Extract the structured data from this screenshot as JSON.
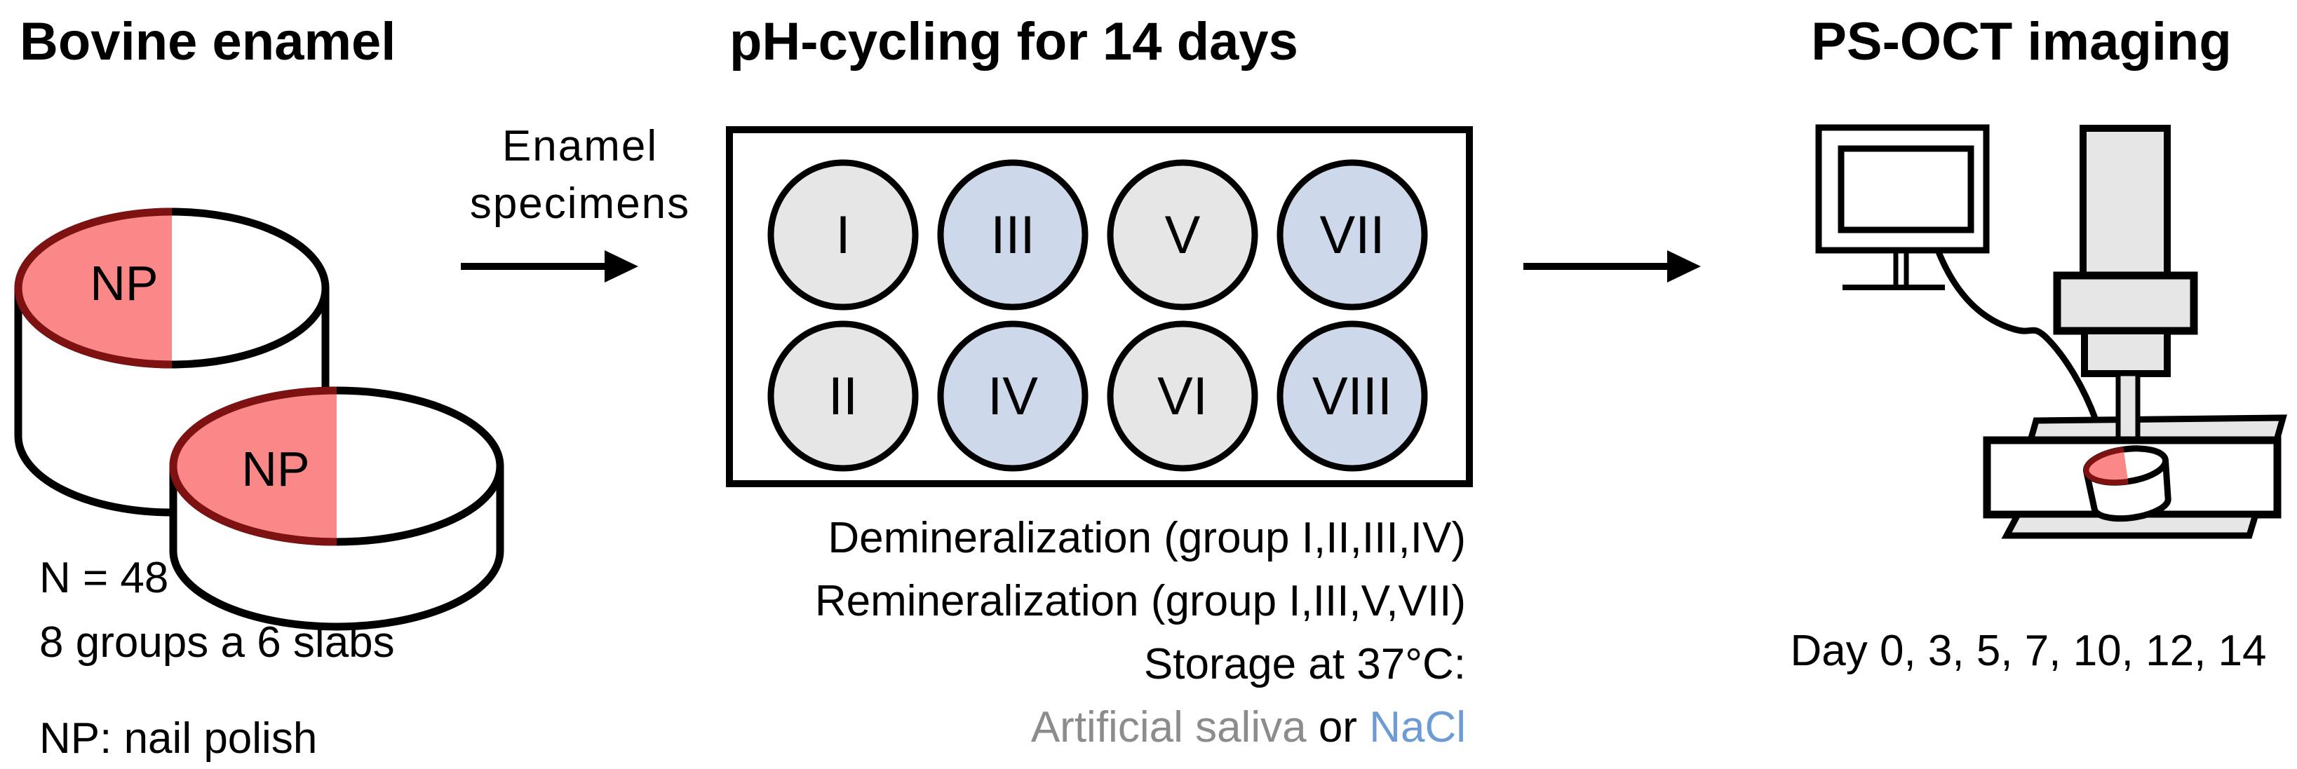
{
  "colors": {
    "np_red": "#FA8888",
    "np_dark_red": "#7E1212",
    "well_gray": "#E7E6E6",
    "well_blue": "#CDD8EB",
    "device_gray": "#E6E6E6",
    "saliva_gray": "#8C8C8C",
    "nacl_blue": "#6D9BD4",
    "outline_black": "#000000",
    "disc_white": "#FFFFFF"
  },
  "left": {
    "title": "Bovine enamel",
    "specimens_label": {
      "line1": "Enamel",
      "line2": "specimens"
    },
    "np_label": "NP",
    "sample_count": "N = 48",
    "group_info": "8 groups a 6 slabs",
    "footnote": "NP: nail polish"
  },
  "middle": {
    "title": "pH-cycling for 14 days",
    "wells": [
      {
        "label": "I",
        "fill": "#E7E6E6"
      },
      {
        "label": "II",
        "fill": "#E7E6E6"
      },
      {
        "label": "III",
        "fill": "#CDD8EB"
      },
      {
        "label": "IV",
        "fill": "#CDD8EB"
      },
      {
        "label": "V",
        "fill": "#E7E6E6"
      },
      {
        "label": "VI",
        "fill": "#E7E6E6"
      },
      {
        "label": "VII",
        "fill": "#CDD8EB"
      },
      {
        "label": "VIII",
        "fill": "#CDD8EB"
      }
    ],
    "caption": {
      "line1": "Demineralization (group I,II,III,IV)",
      "line2": "Remineralization (group I,III,V,VII)",
      "line3": "Storage at 37°C:",
      "line4_saliva": "Artificial saliva",
      "line4_or": " or ",
      "line4_nacl": "NaCl"
    }
  },
  "right": {
    "title": "PS-OCT imaging",
    "days": "Day 0, 3, 5, 7, 10, 12, 14"
  }
}
